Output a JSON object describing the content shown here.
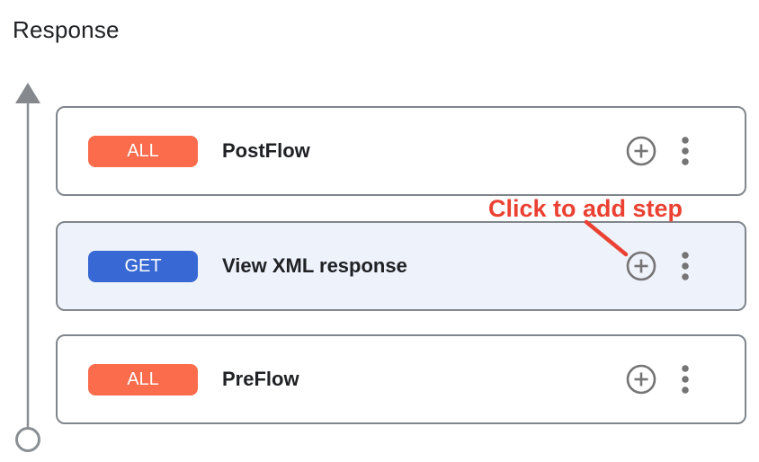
{
  "page": {
    "title": "Response"
  },
  "annotation": {
    "label": "Click to add step",
    "color": "#ea4132",
    "points_to": "add-step-button of View XML response card"
  },
  "flow": {
    "cards": [
      {
        "badge": "ALL",
        "badge_color": "#fa6c4c",
        "label": "PostFlow",
        "selected": false
      },
      {
        "badge": "GET",
        "badge_color": "#3768d3",
        "label": "View XML response",
        "selected": true
      },
      {
        "badge": "ALL",
        "badge_color": "#fa6c4c",
        "label": "PreFlow",
        "selected": false
      }
    ]
  },
  "icons": {
    "add": "plus-circle-icon",
    "menu": "kebab-menu-icon",
    "rail": "upward-arrow-with-circle-end"
  },
  "colors": {
    "card_border": "#80868b",
    "selected_card_bg": "#eef2fb",
    "icon_gray": "#757575",
    "rail_gray": "#8a8f94",
    "text": "#202124",
    "annotation_red": "#ea4132",
    "badge_all_orange": "#fa6c4c",
    "badge_get_blue": "#3768d3"
  }
}
